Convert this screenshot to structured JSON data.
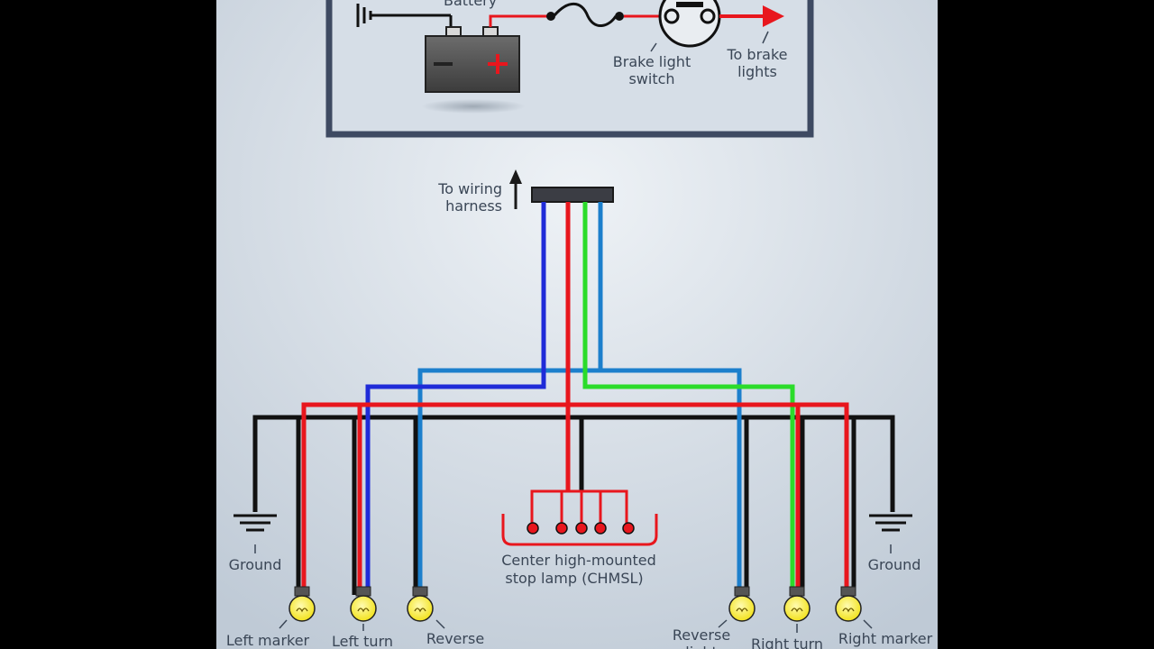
{
  "colors": {
    "background_top": "#e6ecf2",
    "background_bottom": "#c3cfdb",
    "ground_wire": "#111111",
    "brake_wire": "#e8161d",
    "left_turn_wire": "#1f2bd8",
    "reverse_wire": "#1c7fcc",
    "right_turn_wire": "#2bdc2a",
    "bulb": "#f6ec2c",
    "frame": "#3e4a62"
  },
  "inset": {
    "battery_label": "Battery",
    "brake_switch_label": [
      "Brake light",
      "switch"
    ],
    "to_brake_lights_label": [
      "To brake",
      "lights"
    ]
  },
  "harness": {
    "label": [
      "To wiring",
      "harness"
    ]
  },
  "chmsl": {
    "label": [
      "Center high-mounted",
      "stop lamp (CHMSL)"
    ]
  },
  "grounds": {
    "left_label": "Ground",
    "right_label": "Ground"
  },
  "bulbs": {
    "left_marker": "Left marker",
    "left_turn": "Left turn",
    "reverse_left": "Reverse",
    "reverse_right": [
      "Reverse",
      "light"
    ],
    "right_turn": "Right turn",
    "right_marker": "Right marker"
  }
}
